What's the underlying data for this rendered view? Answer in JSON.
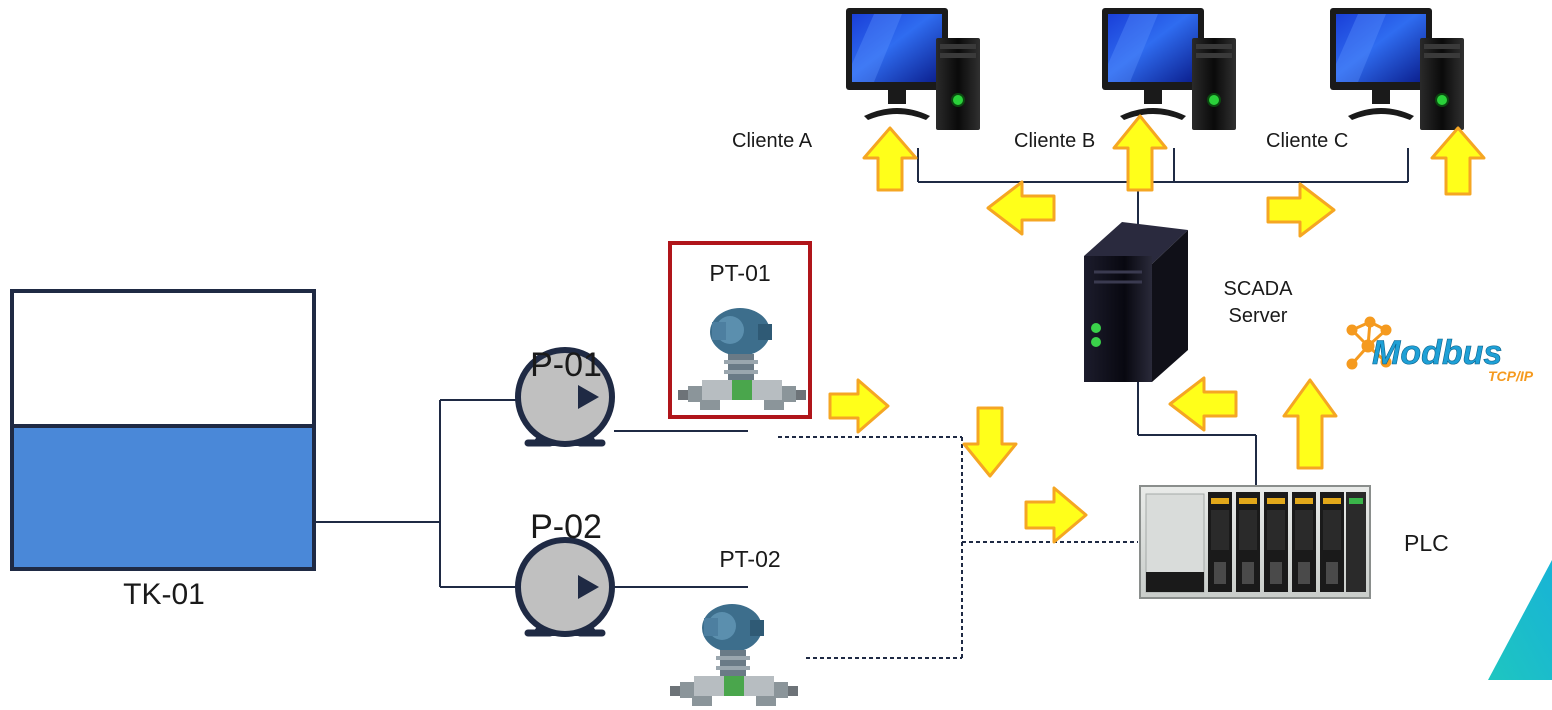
{
  "diagram": {
    "tank": {
      "label": "TK-01"
    },
    "pumps": [
      {
        "label": "P-01"
      },
      {
        "label": "P-02"
      }
    ],
    "transmitters": [
      {
        "label": "PT-01",
        "highlighted": true
      },
      {
        "label": "PT-02",
        "highlighted": false
      }
    ],
    "clients": [
      {
        "label": "Cliente A"
      },
      {
        "label": "Cliente B"
      },
      {
        "label": "Cliente C"
      }
    ],
    "server": {
      "label_line1": "SCADA",
      "label_line2": "Server"
    },
    "plc": {
      "label": "PLC"
    },
    "protocol_logo": {
      "name": "Modbus",
      "sub": "TCP/IP"
    },
    "colors": {
      "tank_fill": "#4a88d8",
      "arrow_fill": "#ffff1a",
      "arrow_stroke": "#f5a623",
      "highlight_border": "#b0151a",
      "line": "#1f2a44",
      "pump_body": "#c0c0c0",
      "accent_triangle": "#1cc1c9",
      "modbus_orange": "#f59a1f",
      "modbus_blue": "#1ea0d6"
    }
  }
}
